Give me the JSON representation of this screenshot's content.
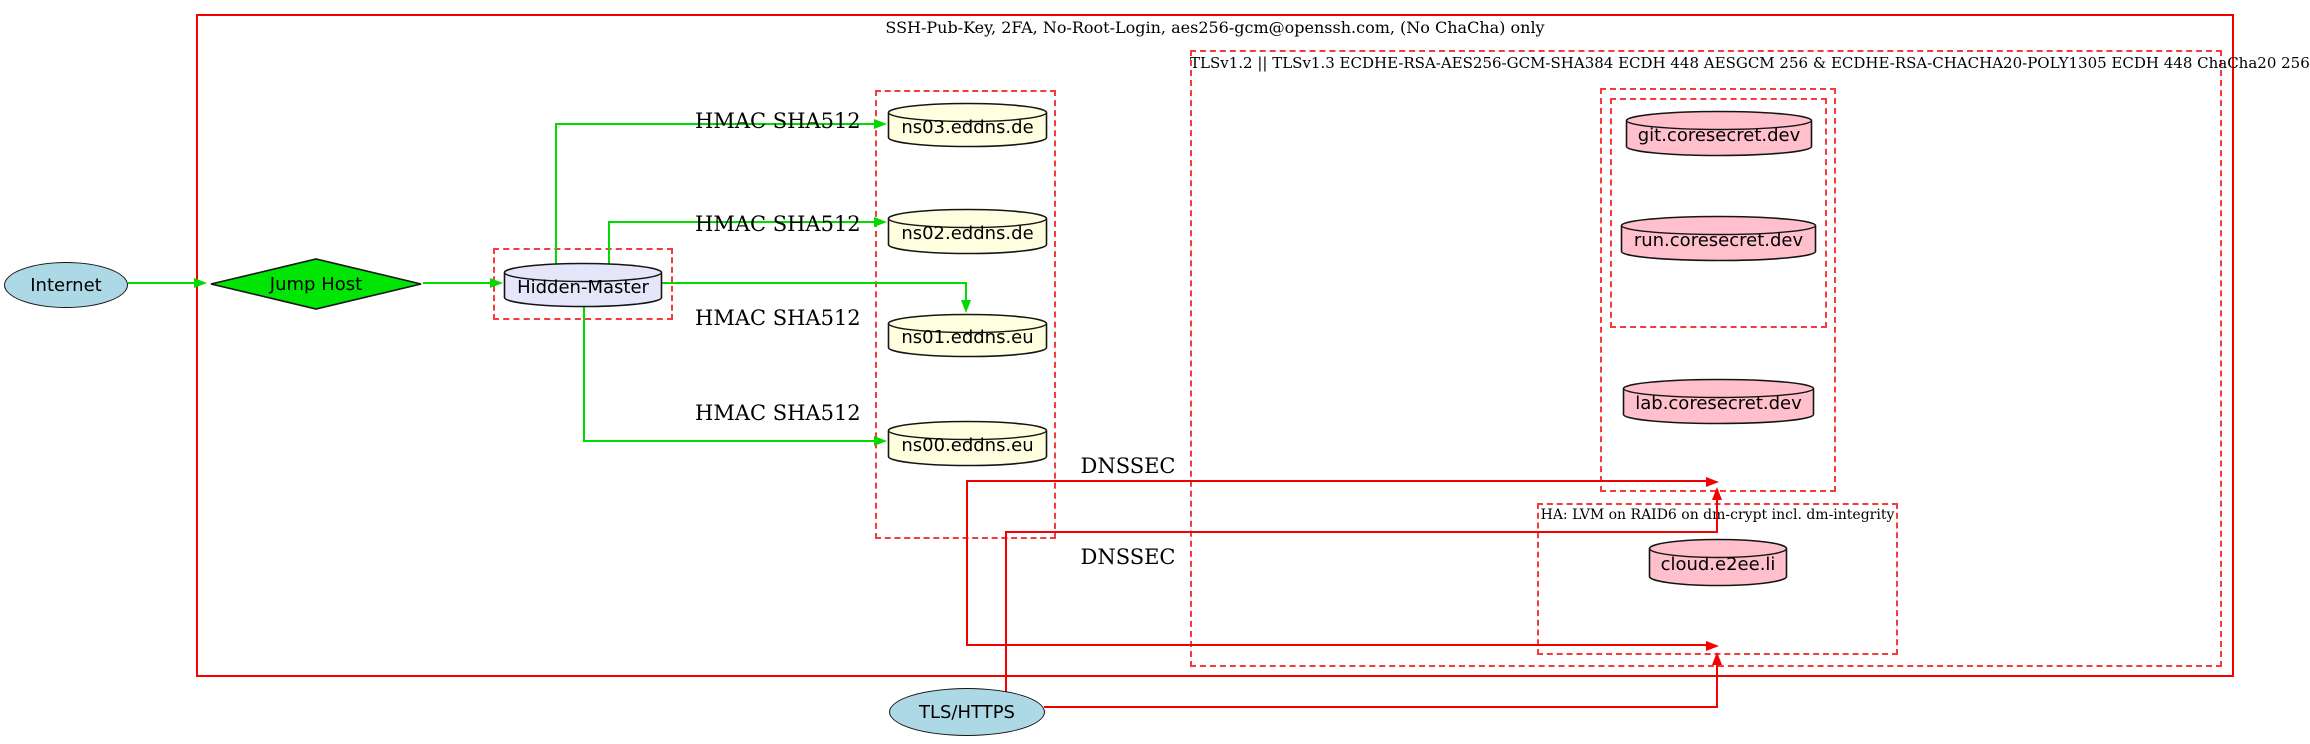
{
  "nodes": {
    "internet": "Internet",
    "jump_host": "Jump Host",
    "hidden_master": "Hidden-Master",
    "ns03": "ns03.eddns.de",
    "ns02": "ns02.eddns.de",
    "ns01": "ns01.eddns.eu",
    "ns00": "ns00.eddns.eu",
    "git": "git.coresecret.dev",
    "run": "run.coresecret.dev",
    "lab": "lab.coresecret.dev",
    "cloud": "cloud.e2ee.li",
    "tls_https": "TLS/HTTPS"
  },
  "clusters": {
    "ssh": "SSH-Pub-Key, 2FA, No-Root-Login, aes256-gcm@openssh.com, (No ChaCha) only",
    "tls": "TLSv1.2 || TLSv1.3 ECDHE-RSA-AES256-GCM-SHA384 ECDH 448 AESGCM 256 & ECDHE-RSA-CHACHA20-POLY1305 ECDH 448 ChaCha20 256",
    "ha": "HA: LVM on RAID6 on dm-crypt incl. dm-integrity"
  },
  "edge_labels": {
    "hmac_ns03": "HMAC SHA512",
    "hmac_ns02": "HMAC SHA512",
    "hmac_ns01": "HMAC SHA512",
    "hmac_ns00": "HMAC SHA512",
    "dnssec_1": "DNSSEC",
    "dnssec_2": "DNSSEC"
  },
  "colors": {
    "cluster_red": "#f40000",
    "edge_green": "#00da00",
    "node_lightblue": "#add8e6",
    "node_lightyellow": "#ffffe0",
    "node_lavender": "#e6e6fa",
    "node_pink": "#ffc0cb"
  }
}
